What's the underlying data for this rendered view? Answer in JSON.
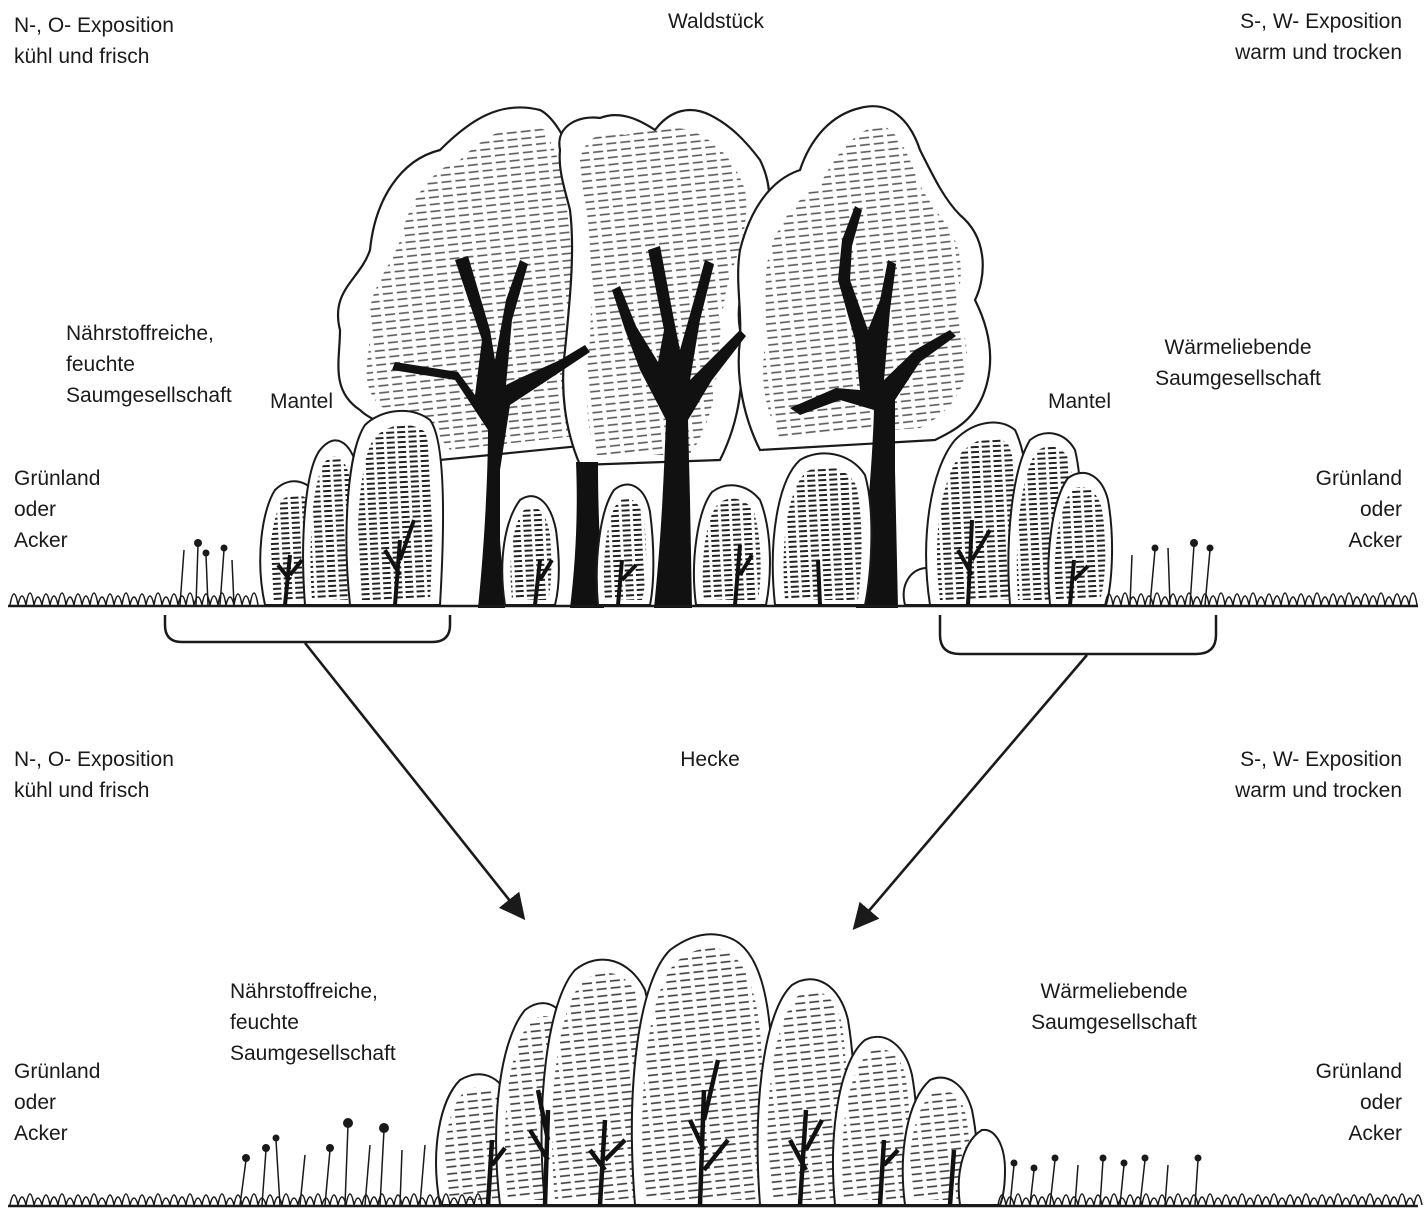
{
  "top": {
    "title": "Waldstück",
    "left_exposure": "N-, O- Exposition\nkühl und frisch",
    "right_exposure": "S-, W- Exposition\nwarm und trocken",
    "left_fringe": "Nährstoffreiche,\nfeuchte\nSaumgesellschaft",
    "right_fringe": "Wärmeliebende\nSaumgesellschaft",
    "left_mantle": "Mantel",
    "right_mantle": "Mantel",
    "left_land": "Grünland\noder\nAcker",
    "right_land": "Grünland\noder\nAcker"
  },
  "bottom": {
    "title": "Hecke",
    "left_exposure": "N-, O- Exposition\nkühl und frisch",
    "right_exposure": "S-, W- Exposition\nwarm und trocken",
    "left_fringe": "Nährstoffreiche,\nfeuchte\nSaumgesellschaft",
    "right_fringe": "Wärmeliebende\nSaumgesellschaft",
    "left_land": "Grünland\noder\nAcker",
    "right_land": "Grünland\noder\nAcker"
  },
  "colors": {
    "ink": "#1a1a1a",
    "hatch": "#4a4a4a",
    "paper": "#ffffff"
  }
}
